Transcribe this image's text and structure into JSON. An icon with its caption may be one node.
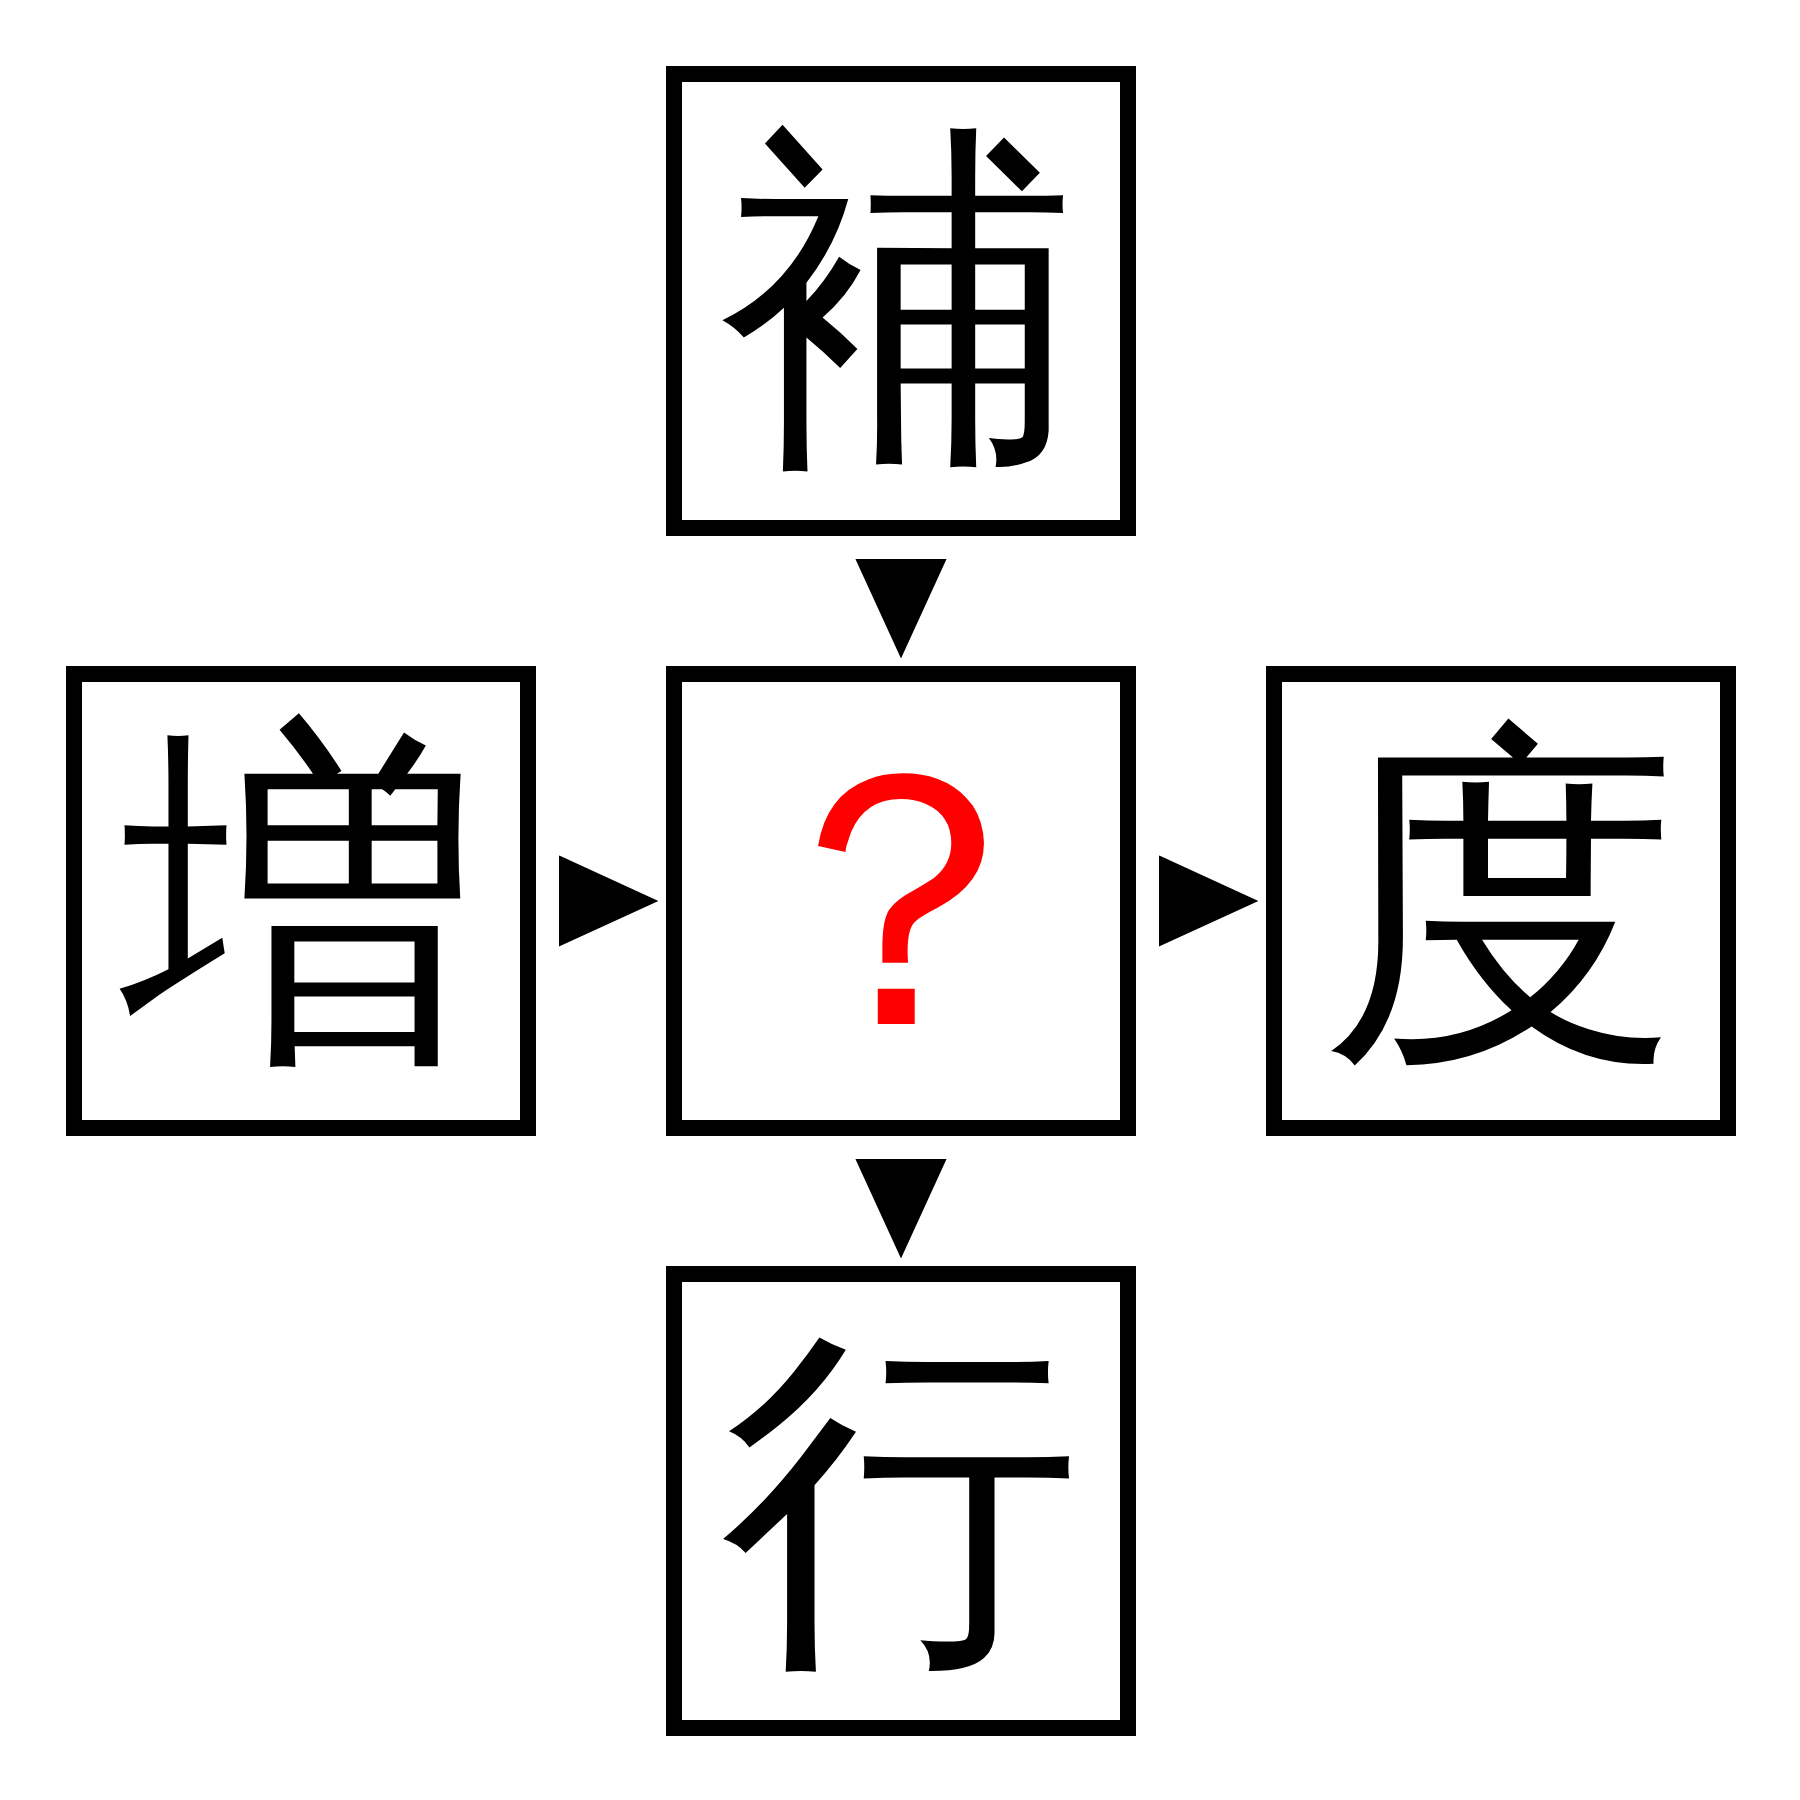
{
  "diagram": {
    "nodes": [
      {
        "text": [
          "補"
        ]
      },
      {
        "text": [
          "増"
        ]
      },
      {
        "text": [
          "？"
        ]
      },
      {
        "text": [
          "度"
        ]
      },
      {
        "text": [
          "行"
        ]
      }
    ],
    "edges": [
      {
        "from": 0,
        "to": 2,
        "arrow": "to"
      },
      {
        "from": 1,
        "to": 2,
        "arrow": "to"
      },
      {
        "from": 2,
        "to": 3,
        "arrow": "to"
      },
      {
        "from": 2,
        "to": 4,
        "arrow": "to"
      }
    ]
  }
}
